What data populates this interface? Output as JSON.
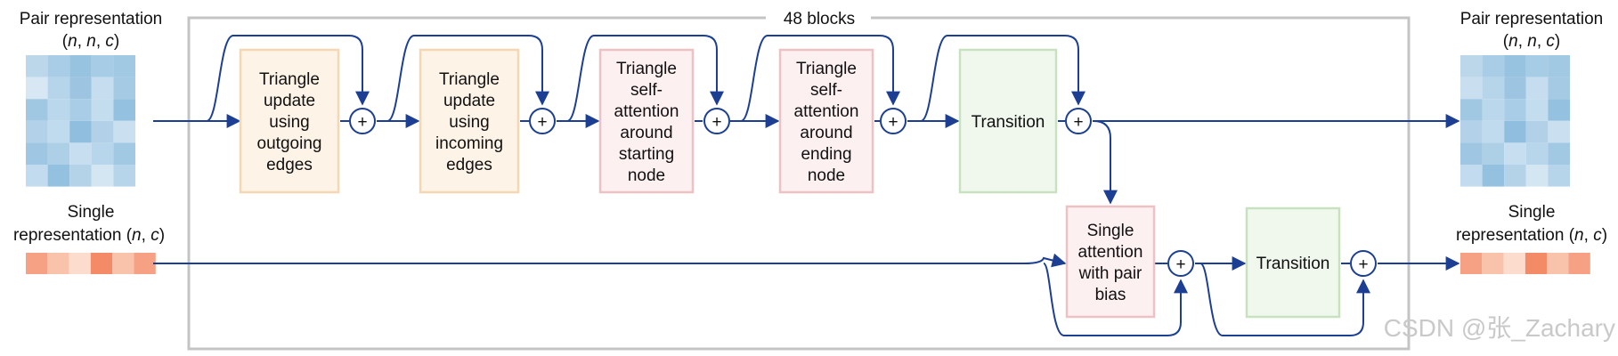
{
  "group": {
    "title": "48 blocks"
  },
  "input": {
    "pair": {
      "line1": "Pair representation",
      "dims": [
        "n",
        "n",
        "c"
      ]
    },
    "single": {
      "line1": "Single",
      "line2_text": "representation",
      "dims": [
        "n",
        "c"
      ]
    }
  },
  "output": {
    "pair": {
      "line1": "Pair representation",
      "dims": [
        "n",
        "n",
        "c"
      ]
    },
    "single": {
      "line1": "Single",
      "line2_text": "representation",
      "dims": [
        "n",
        "c"
      ]
    }
  },
  "blocks": [
    {
      "id": "tri-out",
      "lines": [
        "Triangle",
        "update",
        "using",
        "outgoing",
        "edges"
      ],
      "fill": "#fdf3e6",
      "stroke": "#f6d7b4"
    },
    {
      "id": "tri-in",
      "lines": [
        "Triangle",
        "update",
        "using",
        "incoming",
        "edges"
      ],
      "fill": "#fdf3e6",
      "stroke": "#f6d7b4"
    },
    {
      "id": "att-start",
      "lines": [
        "Triangle",
        "self-",
        "attention",
        "around",
        "starting",
        "node"
      ],
      "fill": "#fdf0f0",
      "stroke": "#eec1c4"
    },
    {
      "id": "att-end",
      "lines": [
        "Triangle",
        "self-",
        "attention",
        "around",
        "ending",
        "node"
      ],
      "fill": "#fdf0f0",
      "stroke": "#eec1c4"
    },
    {
      "id": "pair-trans",
      "lines": [
        "Transition"
      ],
      "fill": "#f0f8ee",
      "stroke": "#c8e2c0"
    },
    {
      "id": "single-att",
      "lines": [
        "Single",
        "attention",
        "with pair",
        "bias"
      ],
      "fill": "#fdf0f0",
      "stroke": "#eec1c4"
    },
    {
      "id": "single-trans",
      "lines": [
        "Transition"
      ],
      "fill": "#f0f8ee",
      "stroke": "#c8e2c0"
    }
  ],
  "plus_symbol": "+",
  "watermark": "CSDN @张_Zachary",
  "colors": {
    "arrow": "#1c3f94",
    "group_border": "#c4c4c4",
    "pair_grid": [
      [
        "#bcd6ea",
        "#a9cde6",
        "#97c3e1",
        "#a7cce5",
        "#a1c9e4"
      ],
      [
        "#d7e7f3",
        "#b6d4ea",
        "#9dc5e2",
        "#c6ddef",
        "#a4cae4"
      ],
      [
        "#a0c8e3",
        "#bad7ec",
        "#a9cde6",
        "#c3dcee",
        "#94c1e0"
      ],
      [
        "#b3d2e9",
        "#c0dbee",
        "#8fbedf",
        "#b2d1e8",
        "#cadff0"
      ],
      [
        "#9fc7e3",
        "#aed0e7",
        "#c7def0",
        "#b8d6eb",
        "#a2c9e4"
      ],
      [
        "#c2dbee",
        "#94c1e0",
        "#b4d3e9",
        "#d5e6f3",
        "#b6d4ea"
      ]
    ],
    "pair_grid_out": [
      [
        "#bcd6ea",
        "#a9cde6",
        "#97c3e1",
        "#a7cce5",
        "#a1c9e4"
      ],
      [
        "#c9dff0",
        "#b6d4ea",
        "#9dc5e2",
        "#c6ddef",
        "#a4cae4"
      ],
      [
        "#a0c8e3",
        "#bad7ec",
        "#a9cde6",
        "#c3dcee",
        "#94c1e0"
      ],
      [
        "#b3d2e9",
        "#c0dbee",
        "#8fbedf",
        "#b2d1e8",
        "#cadff0"
      ],
      [
        "#9fc7e3",
        "#aed0e7",
        "#c7def0",
        "#b8d6eb",
        "#a2c9e4"
      ],
      [
        "#c2dbee",
        "#94c1e0",
        "#b4d3e9",
        "#d5e6f3",
        "#b6d4ea"
      ]
    ],
    "single_bar": [
      "#f6a184",
      "#f8c2ab",
      "#fcdccd",
      "#f28b66",
      "#f8c2ab",
      "#f6a184"
    ],
    "single_bar_out": [
      "#f6a184",
      "#f8c2ab",
      "#fcdccd",
      "#f28b66",
      "#f8c2ab",
      "#f6a184"
    ]
  }
}
